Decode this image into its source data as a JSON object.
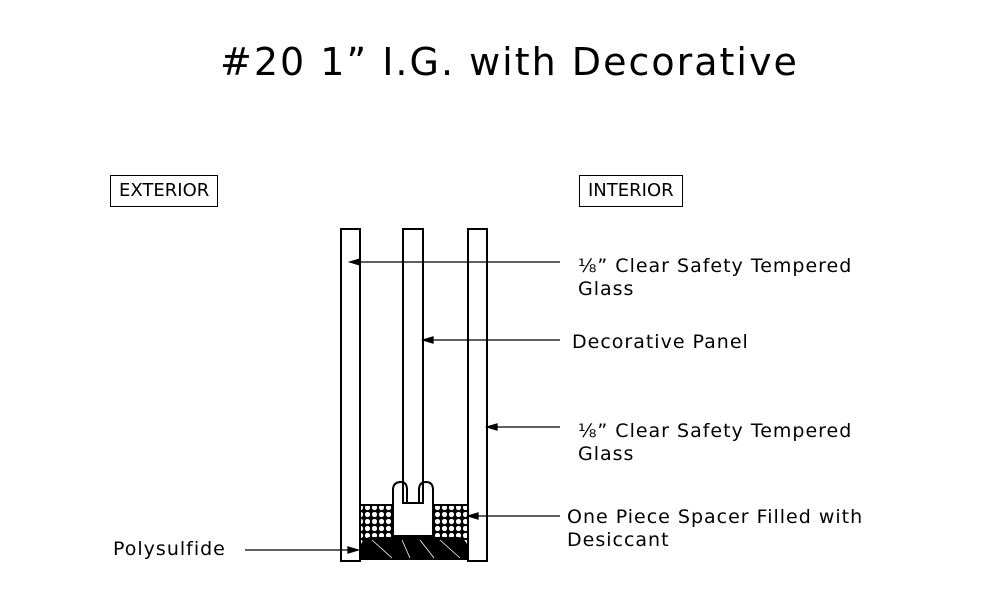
{
  "title": "#20   1” I.G. with Decorative",
  "labels": {
    "exterior": "EXTERIOR",
    "interior": "INTERIOR"
  },
  "callouts": {
    "glass_outer": [
      "⅛” Clear Safety Tempered",
      "Glass"
    ],
    "panel": "Decorative Panel",
    "glass_inner": [
      "⅛” Clear Safety Tempered",
      "Glass"
    ],
    "spacer": [
      "One Piece Spacer Filled with",
      "Desiccant"
    ],
    "polysulfide": "Polysulfide"
  }
}
